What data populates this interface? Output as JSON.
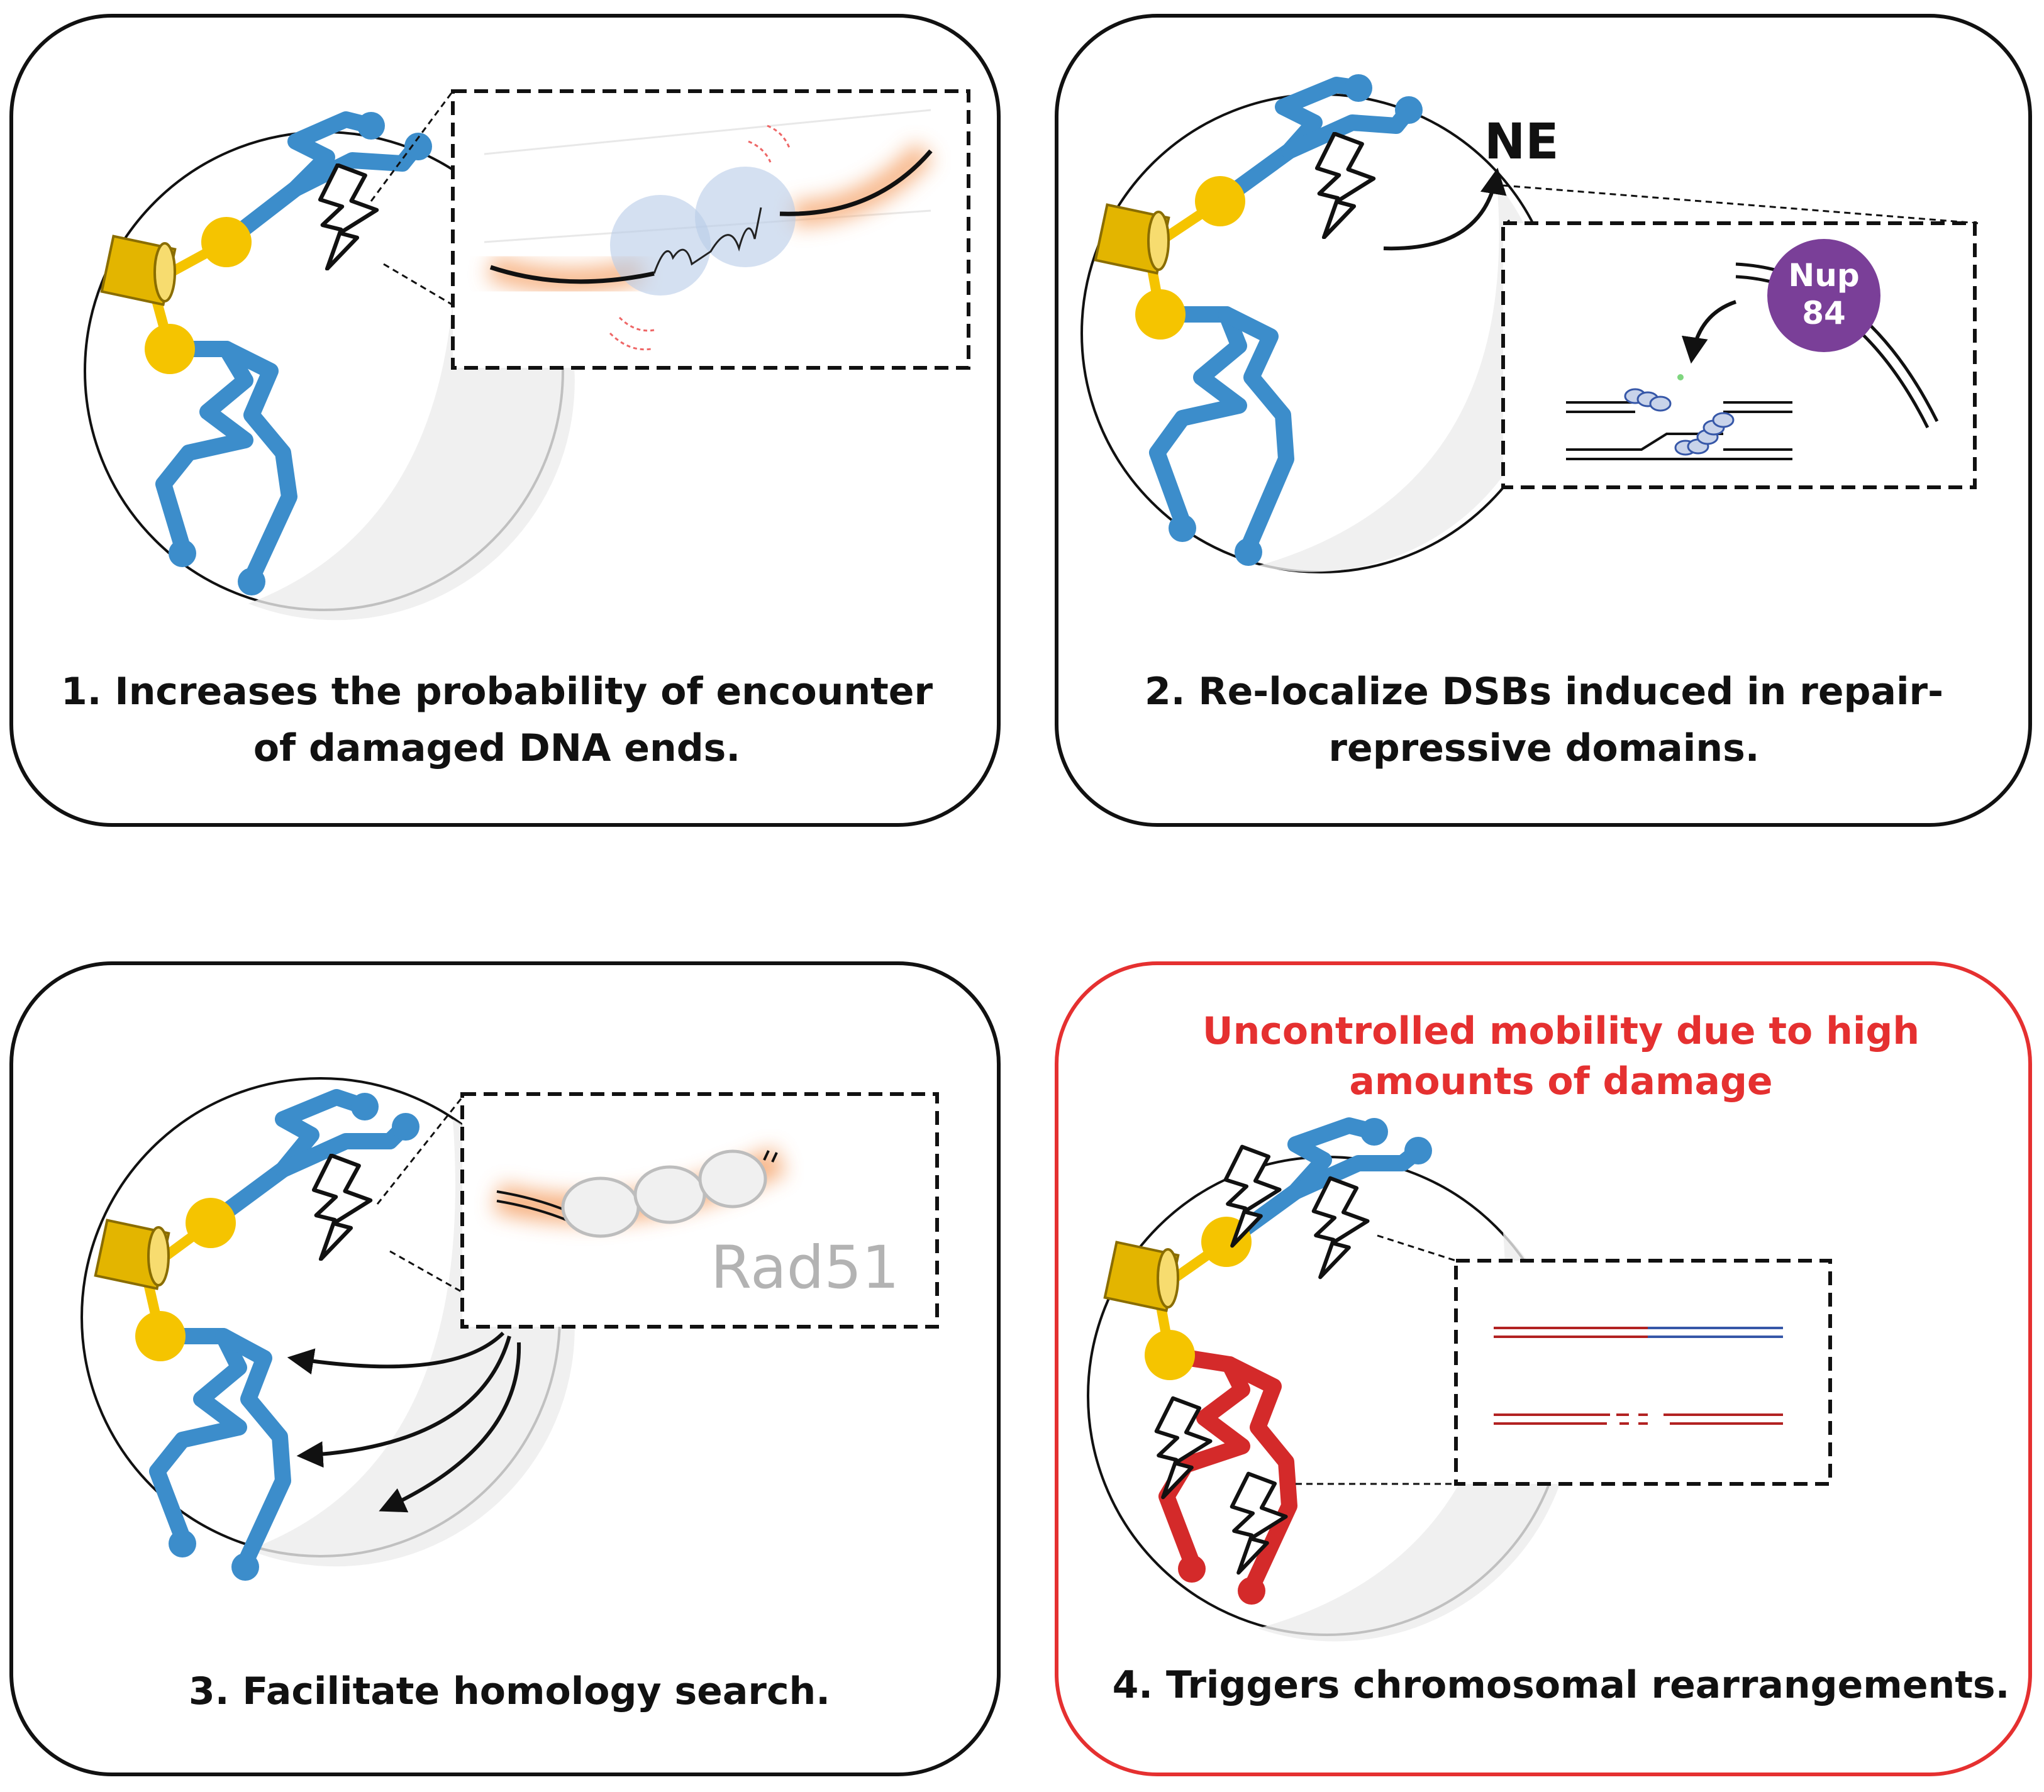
{
  "panels": [
    {
      "id": 1,
      "caption_lines": [
        "1. Increases the probability of encounter",
        "of damaged DNA ends."
      ]
    },
    {
      "id": 2,
      "caption_lines": [
        "2. Re-localize DSBs induced in repair-",
        "repressive domains."
      ],
      "label_ne": "NE",
      "nup_lines": [
        "Nup",
        "84"
      ]
    },
    {
      "id": 3,
      "caption_lines": [
        "3. Facilitate homology search."
      ],
      "label_rad51": "Rad51"
    },
    {
      "id": 4,
      "caption_lines": [
        "4. Triggers chromosomal rearrangements."
      ],
      "warning_lines": [
        "Uncontrolled mobility due to high",
        "amounts of damage"
      ]
    }
  ],
  "colors": {
    "chromosome": "#3c8dcb",
    "damaged_chromosome": "#d42a2a",
    "centromere": "#f5c400",
    "spb": "#e3b500",
    "nup84": "#7a3f98",
    "warning": "#e53030",
    "glow": "#f5a46c",
    "dsb_halo": "#b8cbe8",
    "strand_red": "#b22222",
    "strand_blue": "#3657a8"
  },
  "icons": [
    "lightning-bolt-icon",
    "arrow-icon",
    "spindle-pole-body-icon"
  ]
}
